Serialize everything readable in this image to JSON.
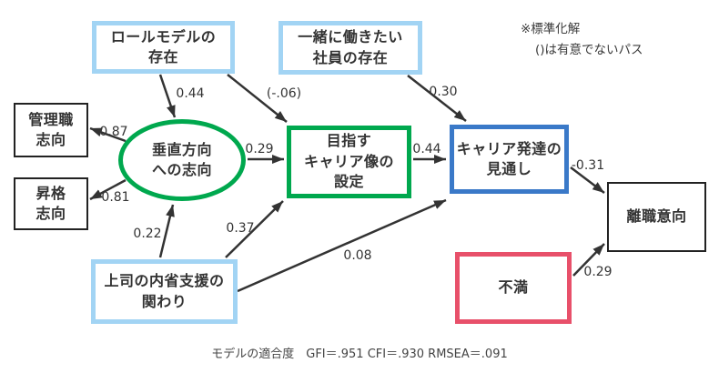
{
  "nodes": {
    "role_model": "ロールモデルの\n存在",
    "coworker": "一緒に働きたい\n社員の存在",
    "management": "管理職\n志向",
    "promotion": "昇格\n志向",
    "vertical": "垂直方向\nへの志向",
    "career_image": "目指す\nキャリア像の\n設定",
    "career_outlook": "キャリア発達の\n見通し",
    "turnover": "離職意向",
    "supervisor": "上司の内省支援の\n関わり",
    "dissatisfaction": "不満"
  },
  "coefficients": {
    "role_to_vertical": "0.44",
    "role_to_career_image": "(-.06)",
    "coworker_to_outlook": "0.30",
    "vertical_to_management": "0.87",
    "vertical_to_promotion": "0.81",
    "vertical_to_career_image": "0.29",
    "career_image_to_outlook": "0.44",
    "outlook_to_turnover": "-0.31",
    "supervisor_to_vertical": "0.22",
    "supervisor_to_career_image": "0.37",
    "supervisor_to_outlook": "0.08",
    "dissatisfaction_to_turnover": "0.29"
  },
  "notes": {
    "line1": "※標準化解",
    "line2": "()は有意でないパス"
  },
  "caption": "モデルの適合度　GFI＝.951 CFI＝.930 RMSEA＝.091",
  "colors": {
    "light_blue": "#A2D4F4",
    "green": "#00A84E",
    "blue": "#3A79C8",
    "red": "#E8506A",
    "arrow": "#333333"
  }
}
